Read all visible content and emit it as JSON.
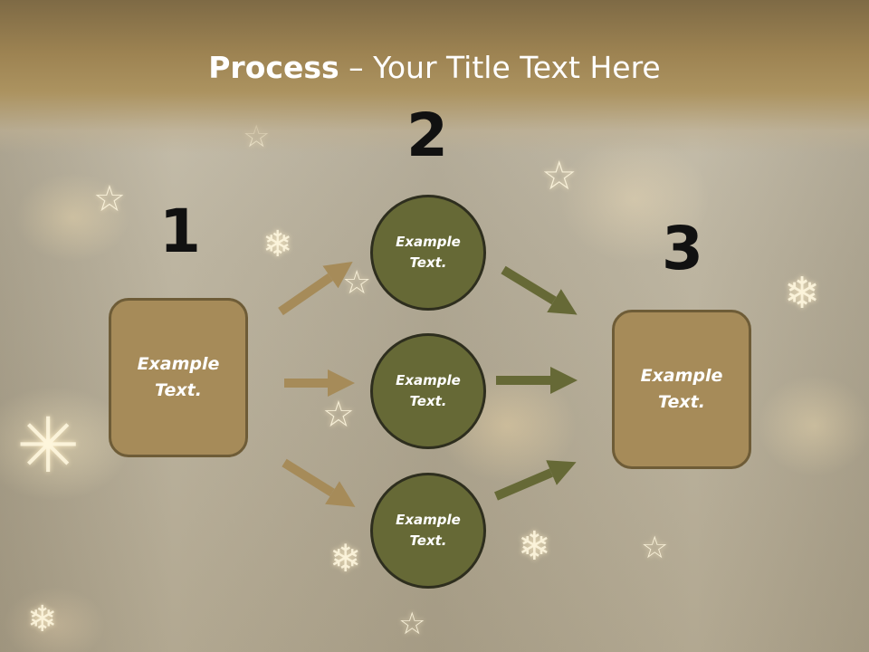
{
  "slide": {
    "title_bold": "Process",
    "title_rest": " – Your Title Text Here"
  },
  "steps": [
    {
      "number": "1",
      "box_text": "Example Text."
    },
    {
      "number": "2"
    },
    {
      "number": "3",
      "box_text": "Example Text."
    }
  ],
  "circles": [
    {
      "text": "Example Text."
    },
    {
      "text": "Example Text."
    },
    {
      "text": "Example Text."
    }
  ],
  "colors": {
    "title_band": "#9d8352",
    "box_fill": "#a68b59",
    "circle_fill": "#666936",
    "arrow_left": "#a68b59",
    "arrow_right": "#666936"
  },
  "decorations": {
    "star_icon": "star-icon",
    "snowflake_icon": "snowflake-icon"
  }
}
